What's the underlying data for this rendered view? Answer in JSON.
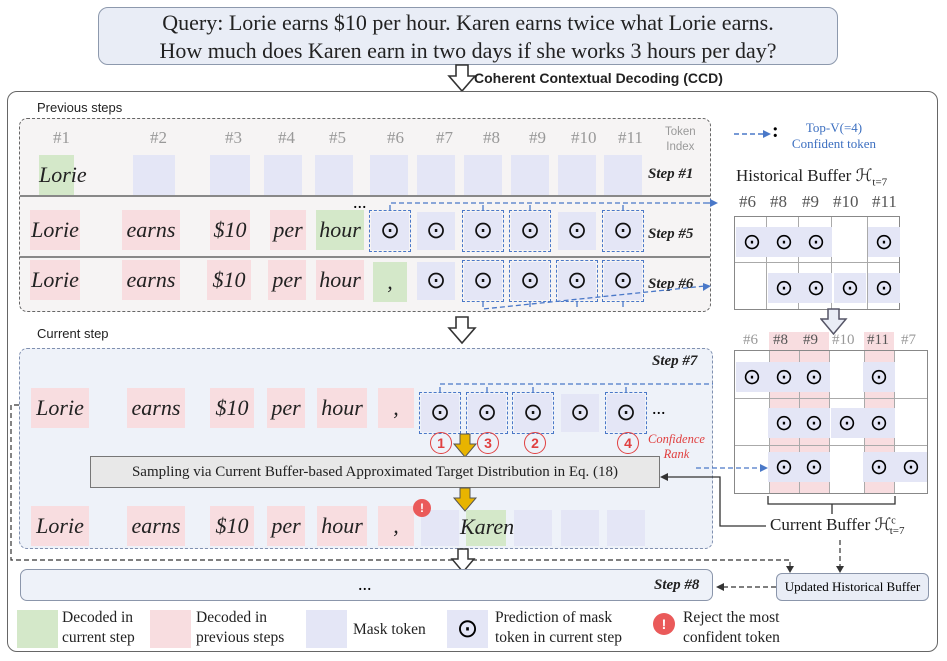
{
  "query": {
    "line1": "Query: Lorie earns $10 per hour. Karen earns twice what Lorie earns.",
    "line2": "How much does Karen earn in two days if she works 3 hours per day?"
  },
  "ccd_label": "Coherent Contextual Decoding (CCD)",
  "previous_steps_label": "Previous steps",
  "current_step_label": "Current step",
  "token_index_label_1": "Token",
  "token_index_label_2": "Index",
  "indices": [
    "#1",
    "#2",
    "#3",
    "#4",
    "#5",
    "#6",
    "#7",
    "#8",
    "#9",
    "#10",
    "#11"
  ],
  "tokens": {
    "lorie": "Lorie",
    "earns": "earns",
    "ten": "$10",
    "per": "per",
    "hour": "hour",
    "comma": ",",
    "karen": "Karen",
    "ellipsis": "...",
    "dot": "⊙"
  },
  "steps": {
    "s1": "Step #1",
    "s5": "Step #5",
    "s6": "Step #6",
    "s7": "Step #7",
    "s8": "Step #8"
  },
  "topv": {
    "line1": "Top-V(=4)",
    "line2": "Confident token",
    "colon": ":"
  },
  "historical_buffer": {
    "title": "Historical Buffer ℋ",
    "sub": "t=7",
    "cols": [
      "#6",
      "#8",
      "#9",
      "#10",
      "#11"
    ]
  },
  "current_buffer": {
    "cols": [
      "#6",
      "#8",
      "#9",
      "#10",
      "#11",
      "#7"
    ],
    "label": "Current Buffer ℋ",
    "sup": "c",
    "sub": "t=7"
  },
  "sampling_text": "Sampling via Current Buffer-based Approximated Target Distribution in Eq. (18)",
  "ranks": [
    "1",
    "3",
    "2",
    "4"
  ],
  "confidence_rank_1": "Confidence",
  "confidence_rank_2": "Rank",
  "reject_mark": "!",
  "step8_ellipsis": "...",
  "updated_buffer": "Updated Historical Buffer",
  "legend": {
    "green_1": "Decoded in",
    "green_2": "current step",
    "pink_1": "Decoded in",
    "pink_2": "previous  steps",
    "mask": "Mask token",
    "pred_1": "Prediction  of  mask",
    "pred_2": "token in current step",
    "reject_1": "Reject the most",
    "reject_2": "confident token"
  },
  "colors": {
    "green": "#d4e8c9",
    "pink": "#f8dde0",
    "mask": "#e4e6f6",
    "dashed_blue": "#4a78c8",
    "rank_red": "#e04040",
    "arrow_gold": "#e8b400"
  }
}
